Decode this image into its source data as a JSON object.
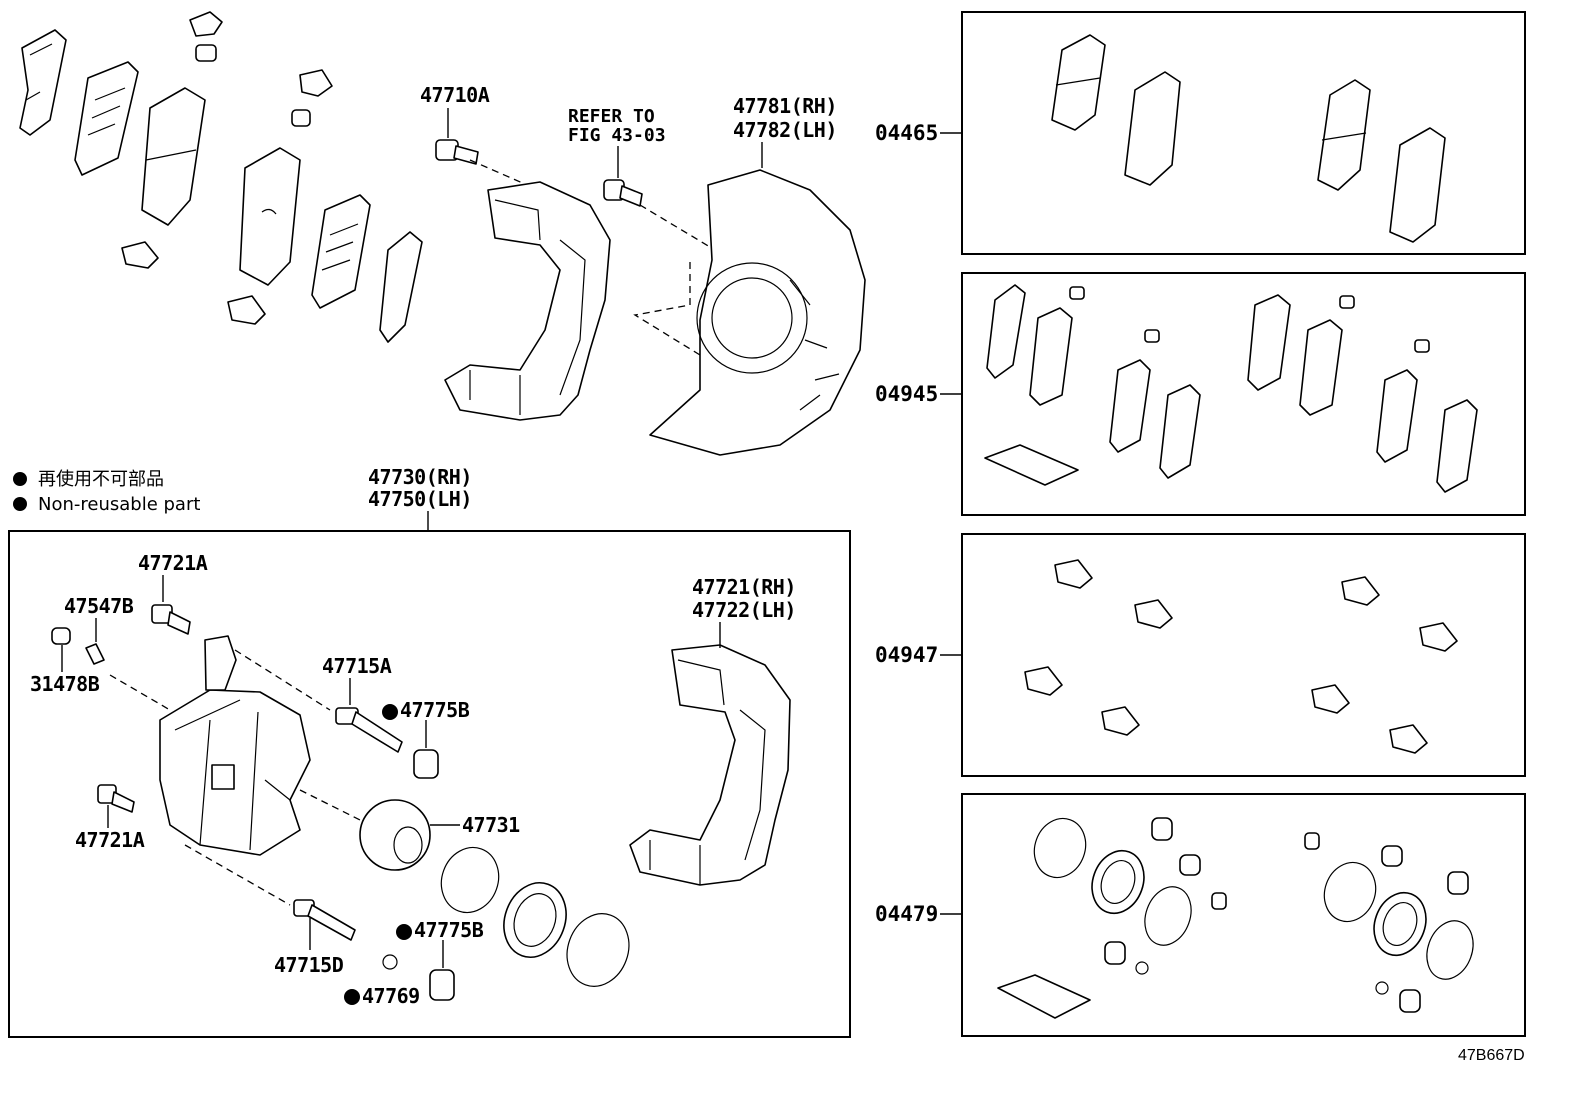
{
  "legend": {
    "non_reusable_jp": "再使用不可部品",
    "non_reusable_en": "Non-reusable part"
  },
  "upper_parts": {
    "p47710A": "47710A",
    "refer_line1": "REFER TO",
    "refer_line2": "FIG 43-03",
    "p47781": "47781(RH)",
    "p47782": "47782(LH)"
  },
  "assembly": {
    "p47730": "47730(RH)",
    "p47750": "47750(LH)",
    "p47721A_top": "47721A",
    "p47547B": "47547B",
    "p31478B": "31478B",
    "p47715A": "47715A",
    "p47775B_top": "47775B",
    "p47721": "47721(RH)",
    "p47722": "47722(LH)",
    "p47731": "47731",
    "p47721A_bottom": "47721A",
    "p47715D": "47715D",
    "p47775B_bottom": "47775B",
    "p47769": "47769"
  },
  "kits": [
    "04465",
    "04945",
    "04947",
    "04479"
  ],
  "diagram_code": "47B667D"
}
